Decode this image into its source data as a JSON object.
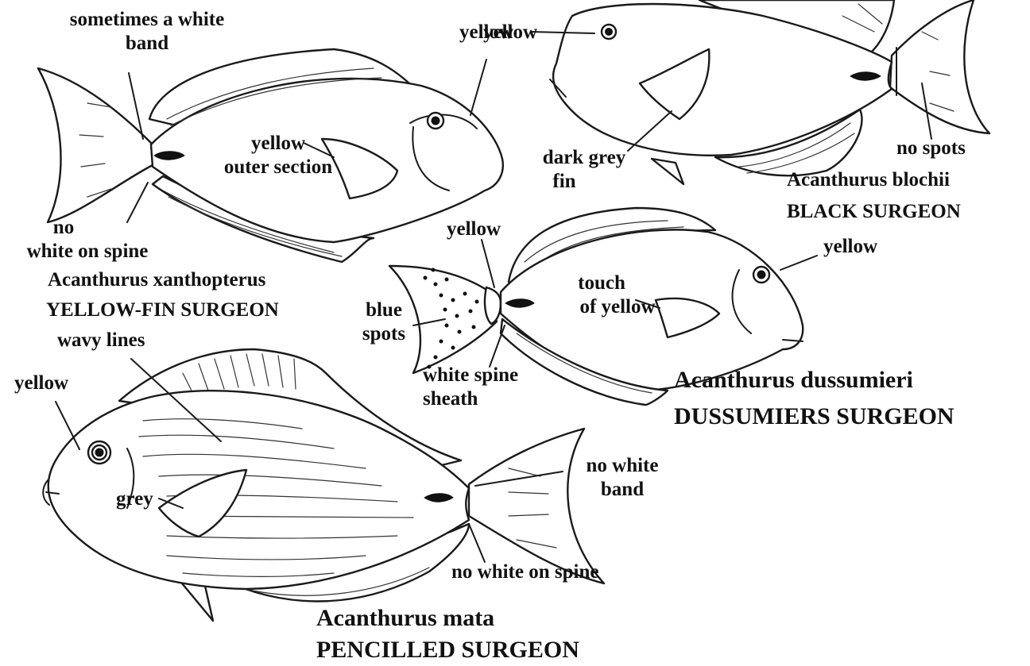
{
  "fish": [
    {
      "id": "xanthopterus",
      "scientific_name": "Acanthurus xanthopterus",
      "common_name": "YELLOW-FIN SURGEON",
      "labels": {
        "white_band": "sometimes a white band",
        "white_band_l1": "sometimes a white",
        "white_band_l2": "band",
        "yellow": "yellow",
        "outer_l1": "yellow",
        "outer_l2": "outer section",
        "spine_l1": "no",
        "spine_l2": "white on spine"
      }
    },
    {
      "id": "blochii",
      "scientific_name": "Acanthurus blochii",
      "common_name": "BLACK SURGEON",
      "labels": {
        "yellow": "yellow",
        "fin_l1": "dark grey",
        "fin_l2": "fin",
        "no_spots": "no spots"
      }
    },
    {
      "id": "dussumieri",
      "scientific_name": "Acanthurus dussumieri",
      "common_name": "DUSSUMIERS SURGEON",
      "labels": {
        "yellow_tail": "yellow",
        "yellow_head": "yellow",
        "touch_l1": "touch",
        "touch_l2": "of yellow",
        "spots_l1": "blue",
        "spots_l2": "spots",
        "sheath_l1": "white spine",
        "sheath_l2": "sheath"
      }
    },
    {
      "id": "mata",
      "scientific_name": "Acanthurus mata",
      "common_name": "PENCILLED SURGEON",
      "labels": {
        "wavy": "wavy lines",
        "yellow": "yellow",
        "grey": "grey",
        "band_l1": "no white",
        "band_l2": "band",
        "spine": "no white on spine"
      }
    }
  ]
}
